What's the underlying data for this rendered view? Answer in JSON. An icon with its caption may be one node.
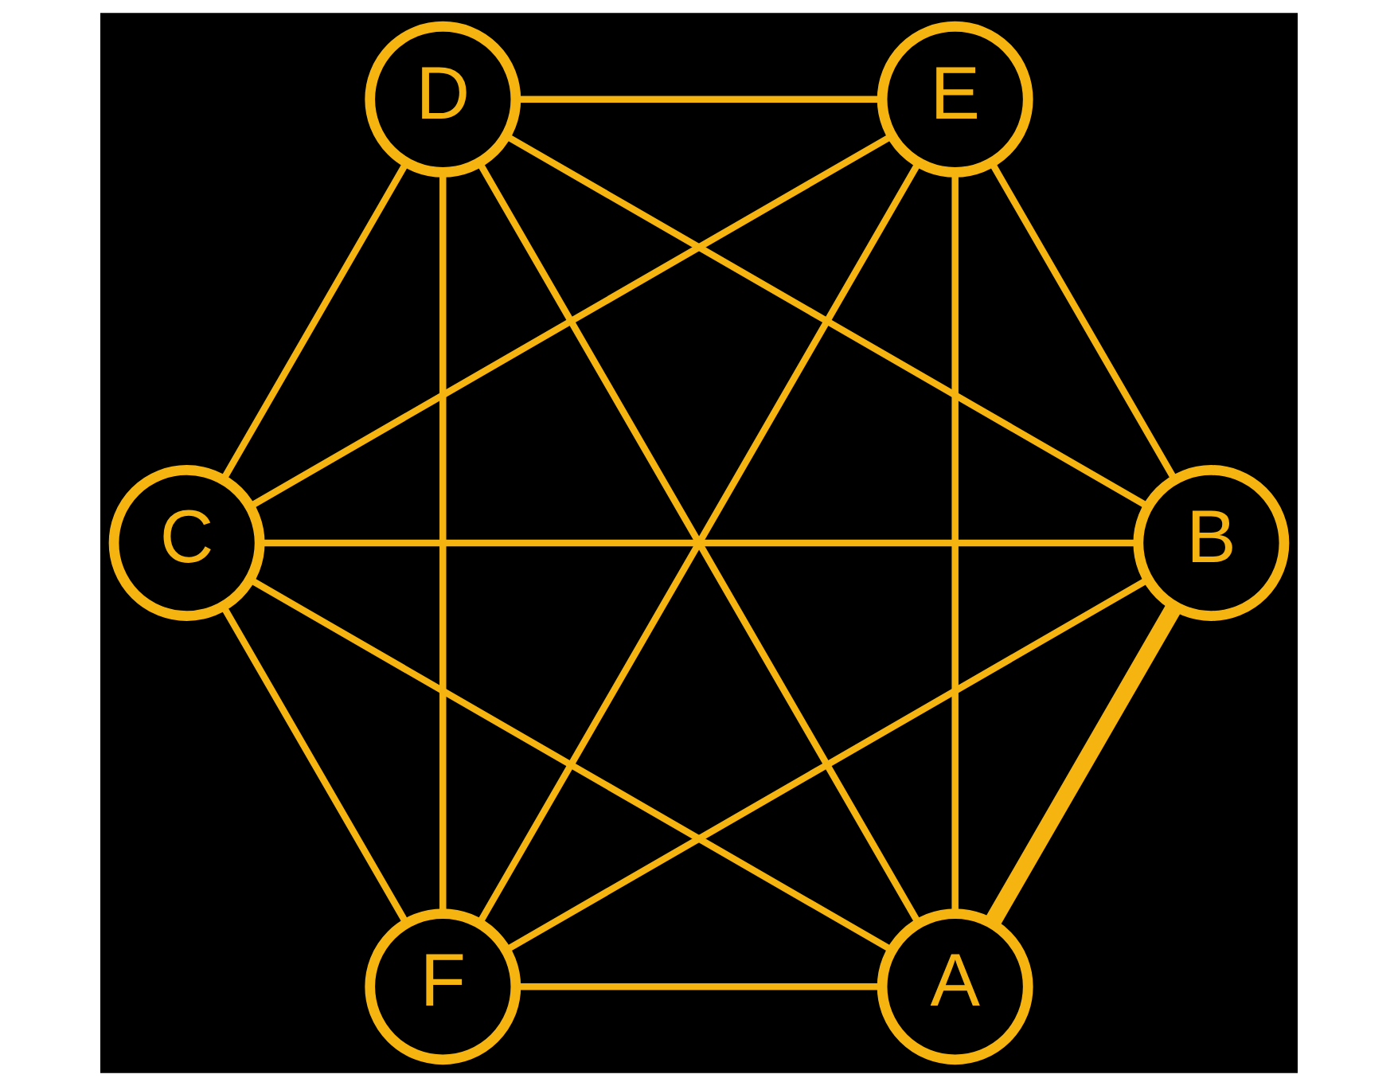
{
  "diagram": {
    "nodes": [
      {
        "text": [
          "A"
        ]
      },
      {
        "text": [
          "B"
        ]
      },
      {
        "text": [
          "C"
        ]
      },
      {
        "text": [
          "D"
        ]
      },
      {
        "text": [
          "E"
        ]
      },
      {
        "text": [
          "F"
        ]
      }
    ],
    "edges": [
      {
        "from": 0,
        "to": 1,
        "arrow": "none",
        "style": "thick"
      },
      {
        "from": 0,
        "to": 2,
        "arrow": "none"
      },
      {
        "from": 0,
        "to": 3,
        "arrow": "none"
      },
      {
        "from": 0,
        "to": 4,
        "arrow": "none"
      },
      {
        "from": 0,
        "to": 5,
        "arrow": "none"
      },
      {
        "from": 1,
        "to": 2,
        "arrow": "none"
      },
      {
        "from": 1,
        "to": 3,
        "arrow": "none"
      },
      {
        "from": 1,
        "to": 4,
        "arrow": "none"
      },
      {
        "from": 1,
        "to": 5,
        "arrow": "none"
      },
      {
        "from": 2,
        "to": 3,
        "arrow": "none"
      },
      {
        "from": 2,
        "to": 4,
        "arrow": "none"
      },
      {
        "from": 2,
        "to": 5,
        "arrow": "none"
      },
      {
        "from": 3,
        "to": 4,
        "arrow": "none"
      },
      {
        "from": 3,
        "to": 5,
        "arrow": "none"
      },
      {
        "from": 4,
        "to": 5,
        "arrow": "none"
      }
    ]
  }
}
